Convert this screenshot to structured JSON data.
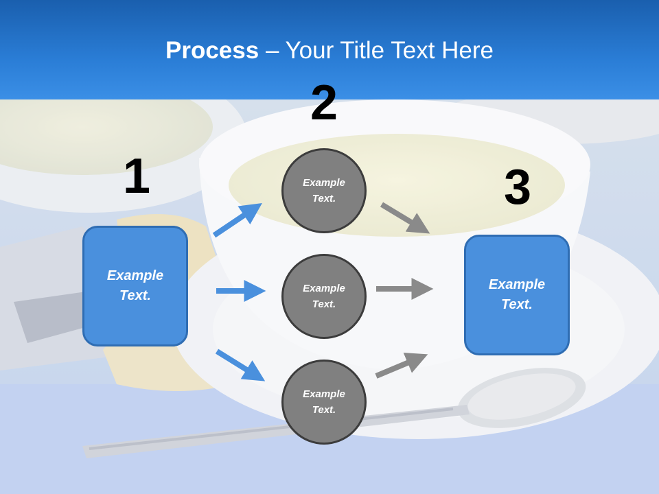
{
  "slide": {
    "title_bold": "Process",
    "title_rest": " – Your Title Text Here"
  },
  "steps": {
    "one": {
      "number": "1",
      "box_text": "Example Text."
    },
    "two": {
      "number": "2",
      "circles": [
        "Example Text.",
        "Example Text.",
        "Example Text."
      ]
    },
    "three": {
      "number": "3",
      "box_text": "Example Text."
    }
  },
  "colors": {
    "header": "#2a7dd6",
    "box_fill": "#4a90dd",
    "circle_fill": "#808080",
    "blue_arrow": "#4a90dd",
    "gray_arrow": "#8a8a8a"
  }
}
